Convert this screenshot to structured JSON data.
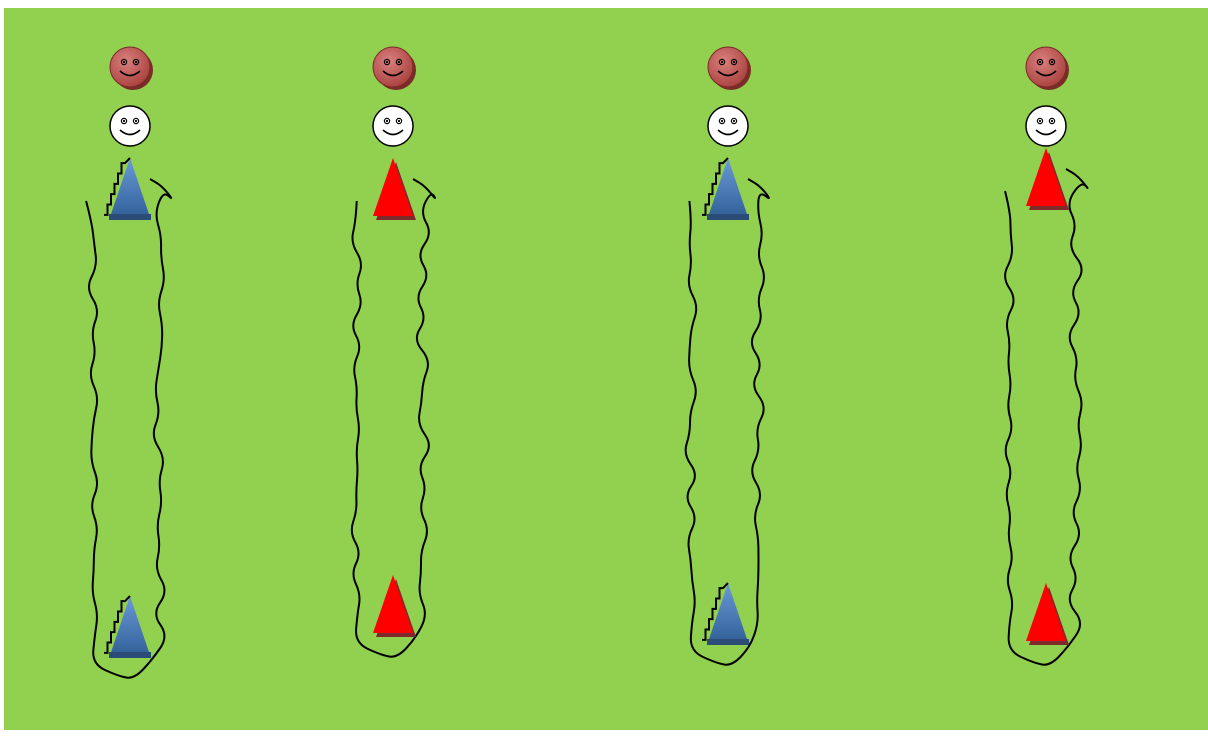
{
  "field": {
    "color": "#92d050",
    "border_color": "#ffffff"
  },
  "colors": {
    "outline": "#000000",
    "face_red": "#c0504d",
    "face_red_dark": "#7b2b28",
    "face_white": "#ffffff",
    "cone_blue": "#4f81bd",
    "cone_blue_dark": "#2a4c77",
    "cone_red": "#ff0000",
    "cone_red_shadow": "#7f2a2a"
  },
  "lanes": [
    {
      "cone_type": "blue"
    },
    {
      "cone_type": "red"
    },
    {
      "cone_type": "blue"
    },
    {
      "cone_type": "red"
    }
  ]
}
